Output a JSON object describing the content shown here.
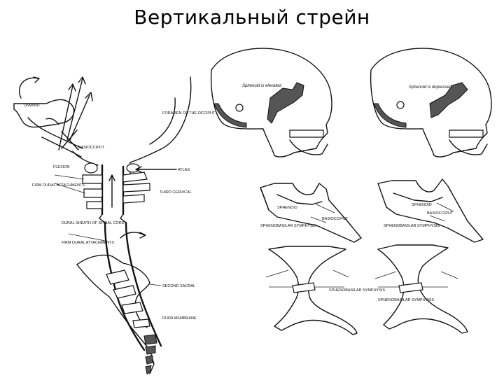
{
  "title": "Вертикальный стрейн",
  "spine_labels": {
    "unwind": "UNWIND",
    "basiocciput": "BASIOCCIPUT",
    "flexion": "FLEXION",
    "atlas": "ATLAS",
    "firm_dural": "FIRM DURAL ATTACHMENTS",
    "third_cervical": "THIRD CERVICAL",
    "dural_sheath": "DURAL SHEATH OF SPINAL CORD",
    "firm_dural_2": "FIRM DURAL ATTACHMENTS",
    "second_sacral": "SECOND SACRAL",
    "dura": "DURA MEMBRANE",
    "foramen": "FORAMEN OF THE OCCIPUT"
  },
  "skull_labels": {
    "elevated": "Sphenoid is elevated",
    "depressed": "Sphenoid is depressed"
  },
  "sbs_labels": {
    "sphenoid_1": "SPHENOID",
    "basiocciput_1": "BASIOCCIPUT",
    "sbs_1": "SPHENOBASILAR SYMPHYSIS",
    "sphenoid_2": "SPHENOID",
    "basiocciput_2": "BASIOCCIPUT",
    "sbs_2": "SPHENOBASILAR SYMPHYSIS",
    "sbs_3": "SPHENOBASILAR SYMPHYSIS",
    "sbs_4": "SPHENOBASILAR SYMPHYSIS"
  }
}
